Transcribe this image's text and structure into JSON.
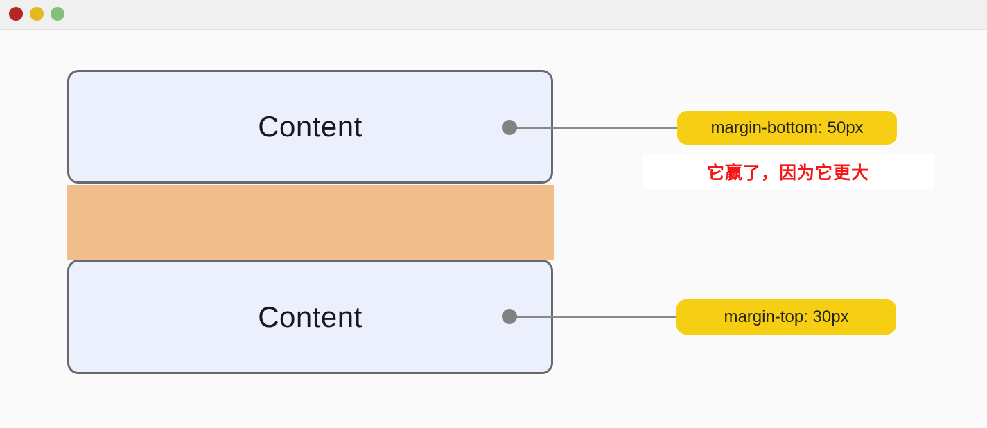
{
  "window": {
    "controls": [
      {
        "name": "close",
        "color": "#b52625"
      },
      {
        "name": "minimize",
        "color": "#e0ba1f"
      },
      {
        "name": "maximize",
        "color": "#85c07b"
      }
    ]
  },
  "diagram": {
    "box_top": {
      "label": "Content"
    },
    "box_bottom": {
      "label": "Content"
    },
    "collapsed_margin": {
      "color": "#f1bd8a"
    },
    "callout_top": {
      "label": "margin-bottom: 50px"
    },
    "callout_bottom": {
      "label": "margin-top: 30px"
    },
    "note": {
      "text": "它赢了，因为它更大",
      "color": "#f51616"
    },
    "colors": {
      "box_fill": "#eceffc",
      "box_border": "#67696c",
      "callout_bg": "#f6ce13",
      "connector": "#898989",
      "note_bg": "#ffffff",
      "titlebar_bg": "#f0f0f0",
      "page_bg": "#fafafa"
    }
  }
}
